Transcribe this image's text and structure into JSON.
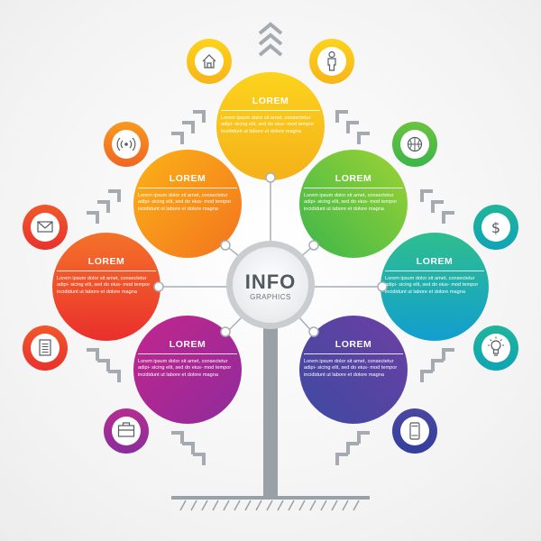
{
  "center": {
    "title": "INFO",
    "subtitle": "GRAPHICS"
  },
  "body_text": "Lorem ipsum dolor sit amet, consectetur adipi- sicing elit, sed do eius- mod tempor incididunt ut labore et dolore magna",
  "nodes": [
    {
      "id": "top",
      "title": "LOREM",
      "icon": "home-icon",
      "color_a": "#fcd31c",
      "color_b": "#f5b11a"
    },
    {
      "id": "upper-left",
      "title": "LOREM",
      "icon": "wireless-signal-icon",
      "color_a": "#fbb317",
      "color_b": "#f3731f"
    },
    {
      "id": "upper-right",
      "title": "LOREM",
      "icon": "basketball-icon",
      "color_a": "#9ed334",
      "color_b": "#3bb64a"
    },
    {
      "id": "mid-left",
      "title": "LOREM",
      "icon": "envelope-icon",
      "color_a": "#f4722a",
      "color_b": "#ea2f2c"
    },
    {
      "id": "mid-right",
      "title": "LOREM",
      "icon": "dollar-icon",
      "color_a": "#2fbe8e",
      "color_b": "#119ed0"
    },
    {
      "id": "lower-left",
      "title": "LOREM",
      "icon": "document-icon",
      "color_a": "#c2268c",
      "color_b": "#8f2b9c"
    },
    {
      "id": "lower-right",
      "title": "LOREM",
      "icon": "lightbulb-icon",
      "color_a": "#6d3fa3",
      "color_b": "#3d4aa2"
    }
  ],
  "extra_icons": [
    {
      "name": "person-icon"
    },
    {
      "name": "briefcase-icon"
    },
    {
      "name": "smartphone-icon"
    }
  ],
  "colors": {
    "trunk": "#9aa1a6",
    "connector": "#a8aeb3",
    "icon_stroke": "#555d63",
    "chevron": "#a4aaaf"
  }
}
